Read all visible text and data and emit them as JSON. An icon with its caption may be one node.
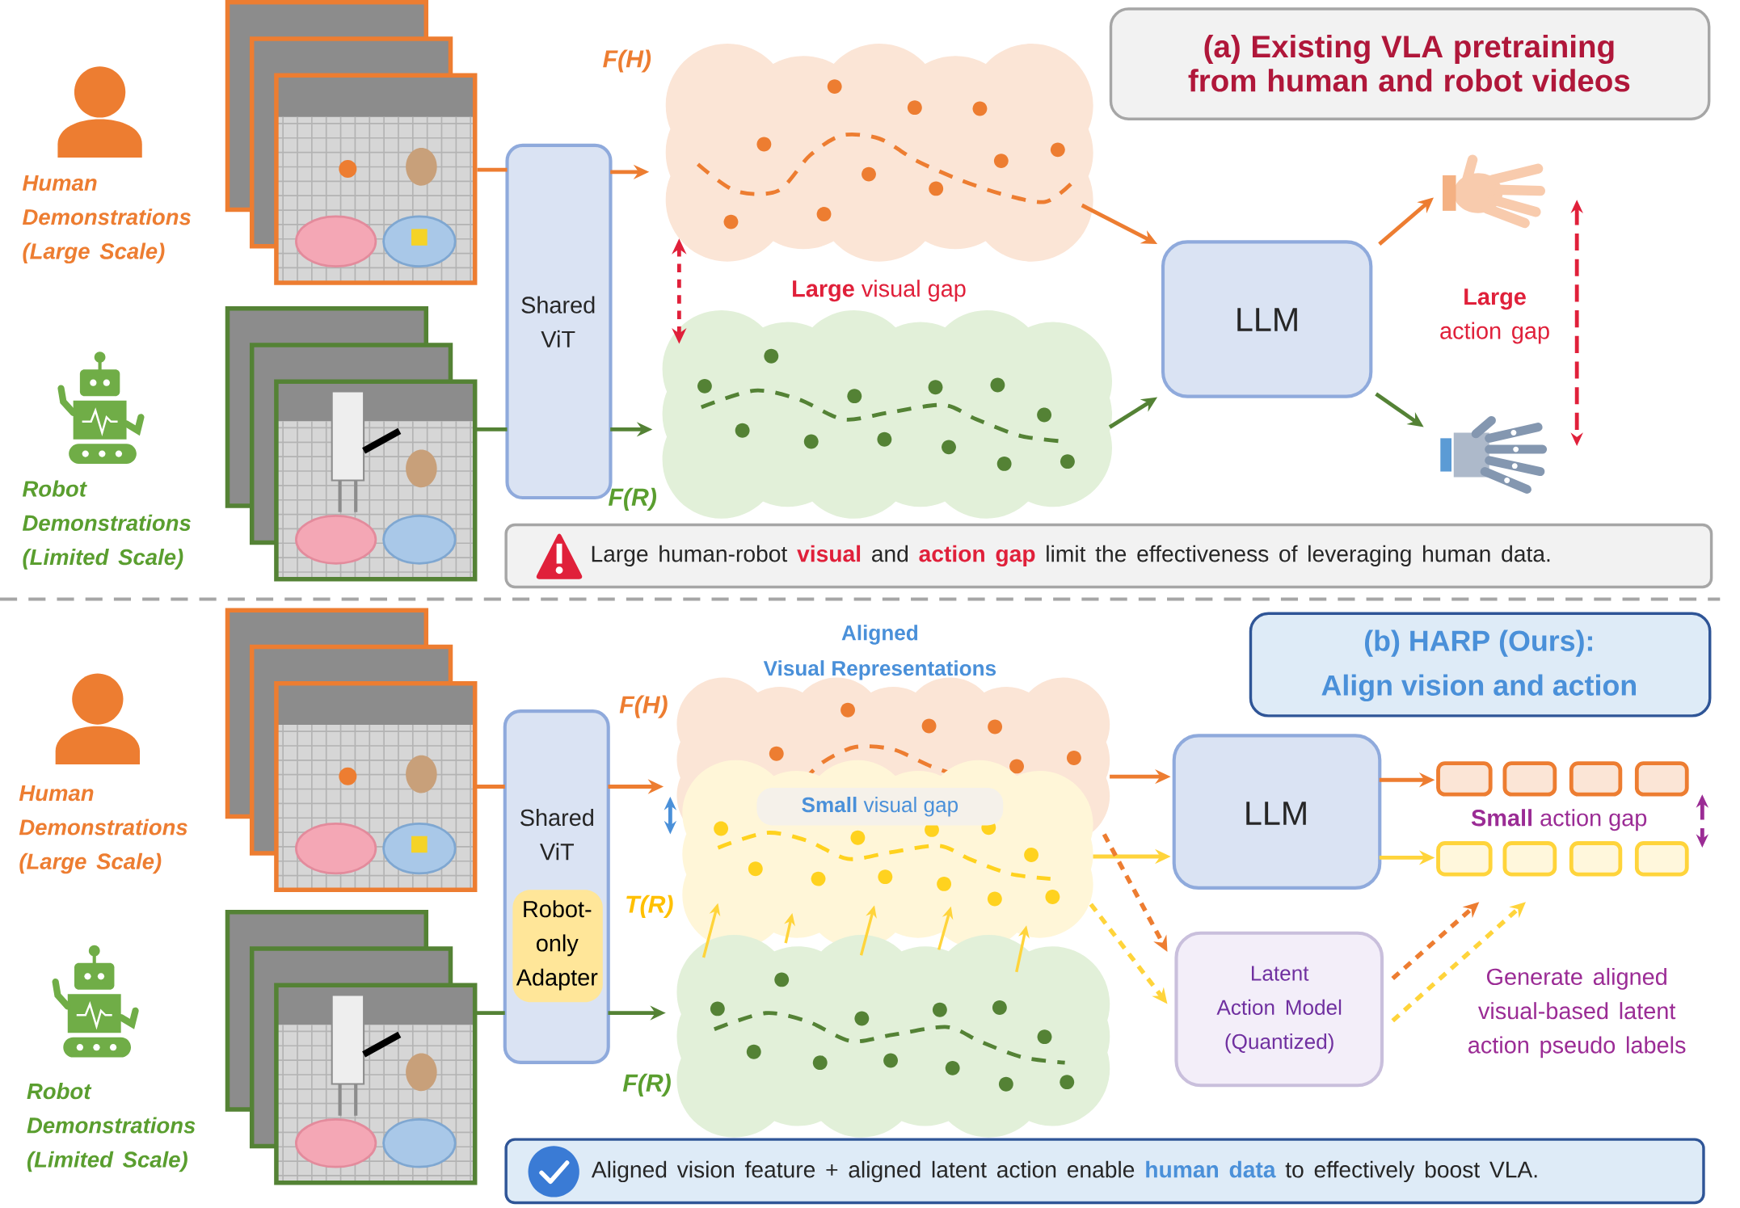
{
  "diagram": {
    "nodes": [
      {
        "text": [],
        "shape": "picture",
        "beside": [
          "Human Demonstrations (Large Scale)"
        ]
      },
      {
        "text": [],
        "shape": "picture",
        "beside": [
          "Robot Demonstrations (Limited Scale)"
        ]
      },
      {
        "text": [
          "Shared ViT"
        ]
      },
      {
        "text": [],
        "shape": "cloud",
        "beside": [
          "F(H)"
        ]
      },
      {
        "text": [],
        "shape": "cloud",
        "beside": [
          "F(R)"
        ]
      },
      {
        "text": [
          "LLM"
        ]
      },
      {
        "text": [],
        "shape": "picture"
      },
      {
        "text": [],
        "shape": "picture"
      },
      {
        "text": [
          "(a) Existing VLA pretraining from human and robot videos"
        ]
      },
      {
        "text": [
          "Large human-robot **visual** and **action gap** limit the effectiveness of leveraging human data."
        ]
      },
      {
        "text": [],
        "shape": "picture",
        "beside": [
          "Human Demonstrations (Large Scale)"
        ]
      },
      {
        "text": [],
        "shape": "picture",
        "beside": [
          "Robot Demonstrations (Limited Scale)"
        ]
      },
      {
        "text": [
          "Shared ViT"
        ]
      },
      {
        "text": [
          "Robot-only Adapter"
        ],
        "in": 12
      },
      {
        "text": [],
        "shape": "cloud",
        "beside": [
          "F(H)"
        ]
      },
      {
        "text": [],
        "shape": "cloud",
        "beside": [
          "T(R)"
        ]
      },
      {
        "text": [],
        "shape": "cloud",
        "beside": [
          "F(R)"
        ]
      },
      {
        "text": [
          "LLM"
        ]
      },
      {
        "text": [],
        "shape": "box"
      },
      {
        "text": [],
        "shape": "box"
      },
      {
        "text": [],
        "shape": "box"
      },
      {
        "text": [],
        "shape": "box"
      },
      {
        "text": [],
        "shape": "box"
      },
      {
        "text": [],
        "shape": "box"
      },
      {
        "text": [],
        "shape": "box"
      },
      {
        "text": [],
        "shape": "box"
      },
      {
        "text": [
          "Latent Action Model (Quantized)"
        ]
      },
      {
        "text": [
          "(b) HARP (Ours): Align vision and action"
        ]
      },
      {
        "text": [
          "Aligned vision feature + aligned latent action enable **human data** to effectively boost VLA."
        ]
      }
    ],
    "edges": [
      {
        "from": 0,
        "to": 2,
        "arrow": "none"
      },
      {
        "from": 2,
        "to": 3,
        "arrow": "to"
      },
      {
        "from": 1,
        "to": 2,
        "arrow": "none",
        "color": "#548235"
      },
      {
        "from": 2,
        "to": 4,
        "arrow": "to",
        "color": "#548235"
      },
      {
        "from": 3,
        "to": 5,
        "arrow": "to"
      },
      {
        "from": 4,
        "to": 5,
        "arrow": "to",
        "color": "#548235"
      },
      {
        "from": 5,
        "to": 6,
        "arrow": "to"
      },
      {
        "from": 5,
        "to": 7,
        "arrow": "to",
        "color": "#548235"
      },
      {
        "from": 10,
        "to": 12,
        "arrow": "none"
      },
      {
        "from": 12,
        "to": 14,
        "arrow": "to"
      },
      {
        "from": 11,
        "to": 12,
        "arrow": "none",
        "color": "#548235"
      },
      {
        "from": 12,
        "to": 16,
        "arrow": "to",
        "color": "#548235"
      },
      {
        "from": 16,
        "to": 15,
        "arrow": "to",
        "color": "#ffd43b"
      },
      {
        "from": 16,
        "to": 15,
        "arrow": "to",
        "color": "#ffd43b"
      },
      {
        "from": 16,
        "to": 15,
        "arrow": "to",
        "color": "#ffd43b"
      },
      {
        "from": 16,
        "to": 15,
        "arrow": "to",
        "color": "#ffd43b"
      },
      {
        "from": 16,
        "to": 15,
        "arrow": "to",
        "color": "#ffd43b"
      },
      {
        "from": 14,
        "to": 17,
        "arrow": "to"
      },
      {
        "from": 15,
        "to": 17,
        "arrow": "to",
        "color": "#ffd43b"
      },
      {
        "from": 17,
        "to": 18,
        "arrow": "to"
      },
      {
        "from": 17,
        "to": 22,
        "arrow": "to",
        "color": "#ffd43b"
      },
      {
        "from": 14,
        "to": 26,
        "arrow": "to",
        "style": "dashed"
      },
      {
        "from": 15,
        "to": 26,
        "arrow": "to",
        "style": "dashed",
        "color": "#ffd43b"
      },
      {
        "from": 26,
        "to": null,
        "arrow": "to",
        "style": "dashed"
      },
      {
        "from": 26,
        "to": null,
        "arrow": "to",
        "style": "dashed",
        "color": "#ffd43b"
      },
      {
        "from": 3,
        "to": 4,
        "arrow": "both",
        "style": "dashed",
        "color": "#e0203a"
      }
    ],
    "labels": [
      "**Large** visual gap",
      "**Large** action gap",
      "Aligned Visual Representations",
      "**Small** visual gap",
      "**Small** action gap",
      "Generate aligned visual-based latent action pseudo labels"
    ]
  }
}
